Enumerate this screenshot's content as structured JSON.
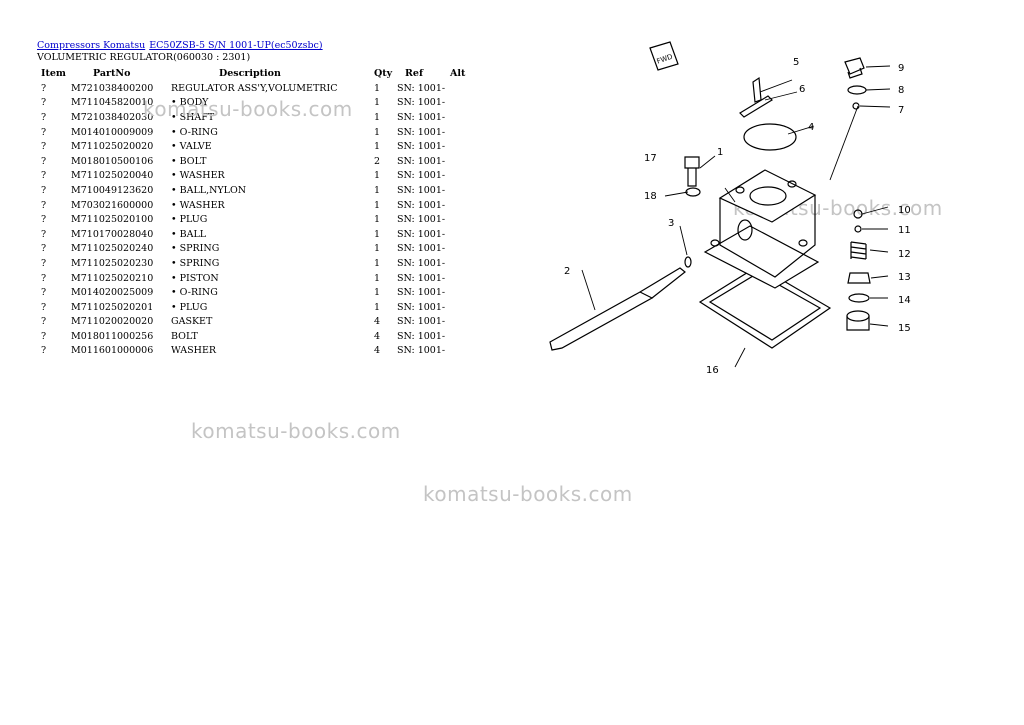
{
  "breadcrumb": {
    "link1": "Compressors Komatsu",
    "link2": "EC50ZSB-5 S/N 1001-UP(ec50zsbc)"
  },
  "subtitle": "VOLUMETRIC REGULATOR(060030 : 2301)",
  "table": {
    "headers": {
      "item": "Item",
      "part": "PartNo",
      "desc": "Description",
      "qty": "Qty",
      "ref": "Ref",
      "alt": "Alt"
    },
    "rows": [
      {
        "item": "?",
        "part": "M721038400200",
        "desc": "REGULATOR ASS'Y,VOLUMETRIC",
        "qty": "1",
        "ref": "SN: 1001-"
      },
      {
        "item": "?",
        "part": "M711045820010",
        "desc": "• BODY",
        "qty": "1",
        "ref": "SN: 1001-"
      },
      {
        "item": "?",
        "part": "M721038402030",
        "desc": "• SHAFT",
        "qty": "1",
        "ref": "SN: 1001-"
      },
      {
        "item": "?",
        "part": "M014010009009",
        "desc": "• O-RING",
        "qty": "1",
        "ref": "SN: 1001-"
      },
      {
        "item": "?",
        "part": "M711025020020",
        "desc": "• VALVE",
        "qty": "1",
        "ref": "SN: 1001-"
      },
      {
        "item": "?",
        "part": "M018010500106",
        "desc": "• BOLT",
        "qty": "2",
        "ref": "SN: 1001-"
      },
      {
        "item": "?",
        "part": "M711025020040",
        "desc": "• WASHER",
        "qty": "1",
        "ref": "SN: 1001-"
      },
      {
        "item": "?",
        "part": "M710049123620",
        "desc": "• BALL,NYLON",
        "qty": "1",
        "ref": "SN: 1001-"
      },
      {
        "item": "?",
        "part": "M703021600000",
        "desc": "• WASHER",
        "qty": "1",
        "ref": "SN: 1001-"
      },
      {
        "item": "?",
        "part": "M711025020100",
        "desc": "• PLUG",
        "qty": "1",
        "ref": "SN: 1001-"
      },
      {
        "item": "?",
        "part": "M710170028040",
        "desc": "• BALL",
        "qty": "1",
        "ref": "SN: 1001-"
      },
      {
        "item": "?",
        "part": "M711025020240",
        "desc": "• SPRING",
        "qty": "1",
        "ref": "SN: 1001-"
      },
      {
        "item": "?",
        "part": "M711025020230",
        "desc": "• SPRING",
        "qty": "1",
        "ref": "SN: 1001-"
      },
      {
        "item": "?",
        "part": "M711025020210",
        "desc": "• PISTON",
        "qty": "1",
        "ref": "SN: 1001-"
      },
      {
        "item": "?",
        "part": "M014020025009",
        "desc": "• O-RING",
        "qty": "1",
        "ref": "SN: 1001-"
      },
      {
        "item": "?",
        "part": "M711025020201",
        "desc": "• PLUG",
        "qty": "1",
        "ref": "SN: 1001-"
      },
      {
        "item": "?",
        "part": "M711020020020",
        "desc": "GASKET",
        "qty": "4",
        "ref": "SN: 1001-"
      },
      {
        "item": "?",
        "part": "M018011000256",
        "desc": "BOLT",
        "qty": "4",
        "ref": "SN: 1001-"
      },
      {
        "item": "?",
        "part": "M011601000006",
        "desc": "WASHER",
        "qty": "4",
        "ref": "SN: 1001-"
      }
    ]
  },
  "watermark": "komatsu-books.com",
  "diagram": {
    "fwd": "FWD",
    "labels": [
      "1",
      "2",
      "3",
      "4",
      "5",
      "6",
      "7",
      "8",
      "9",
      "10",
      "11",
      "12",
      "13",
      "14",
      "15",
      "16",
      "17",
      "18"
    ]
  }
}
